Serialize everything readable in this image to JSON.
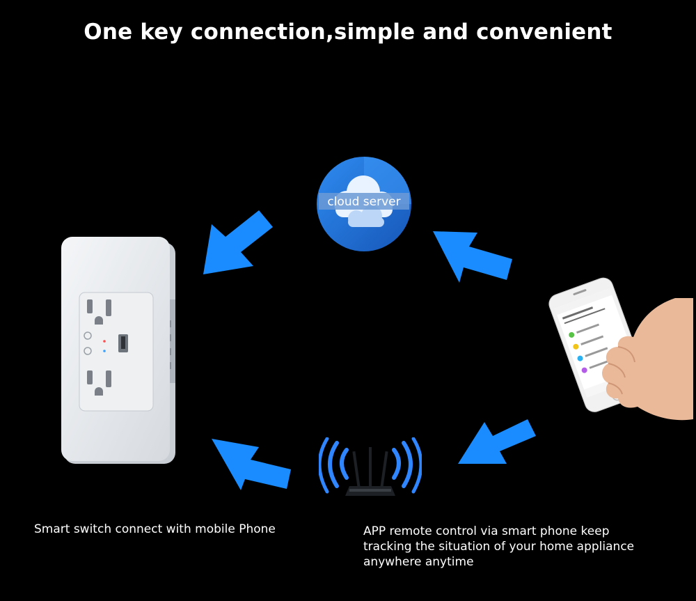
{
  "header": {
    "title": "One key connection,simple and convenient"
  },
  "cloud": {
    "label": "cloud server"
  },
  "captions": {
    "left": "Smart switch connect with mobile Phone",
    "right_lines": [
      "APP remote control via smart phone keep",
      "tracking the situation of  your home appliance",
      "anywhere anytime"
    ]
  },
  "colors": {
    "background": "#000000",
    "arrow_blue": "#1a8cff",
    "cloud_blue": "#1e6fd6",
    "text": "#ffffff"
  },
  "icons": [
    "cloud-icon",
    "wifi-router-icon",
    "arrow-icon",
    "smart-outlet",
    "smartphone-in-hand"
  ]
}
